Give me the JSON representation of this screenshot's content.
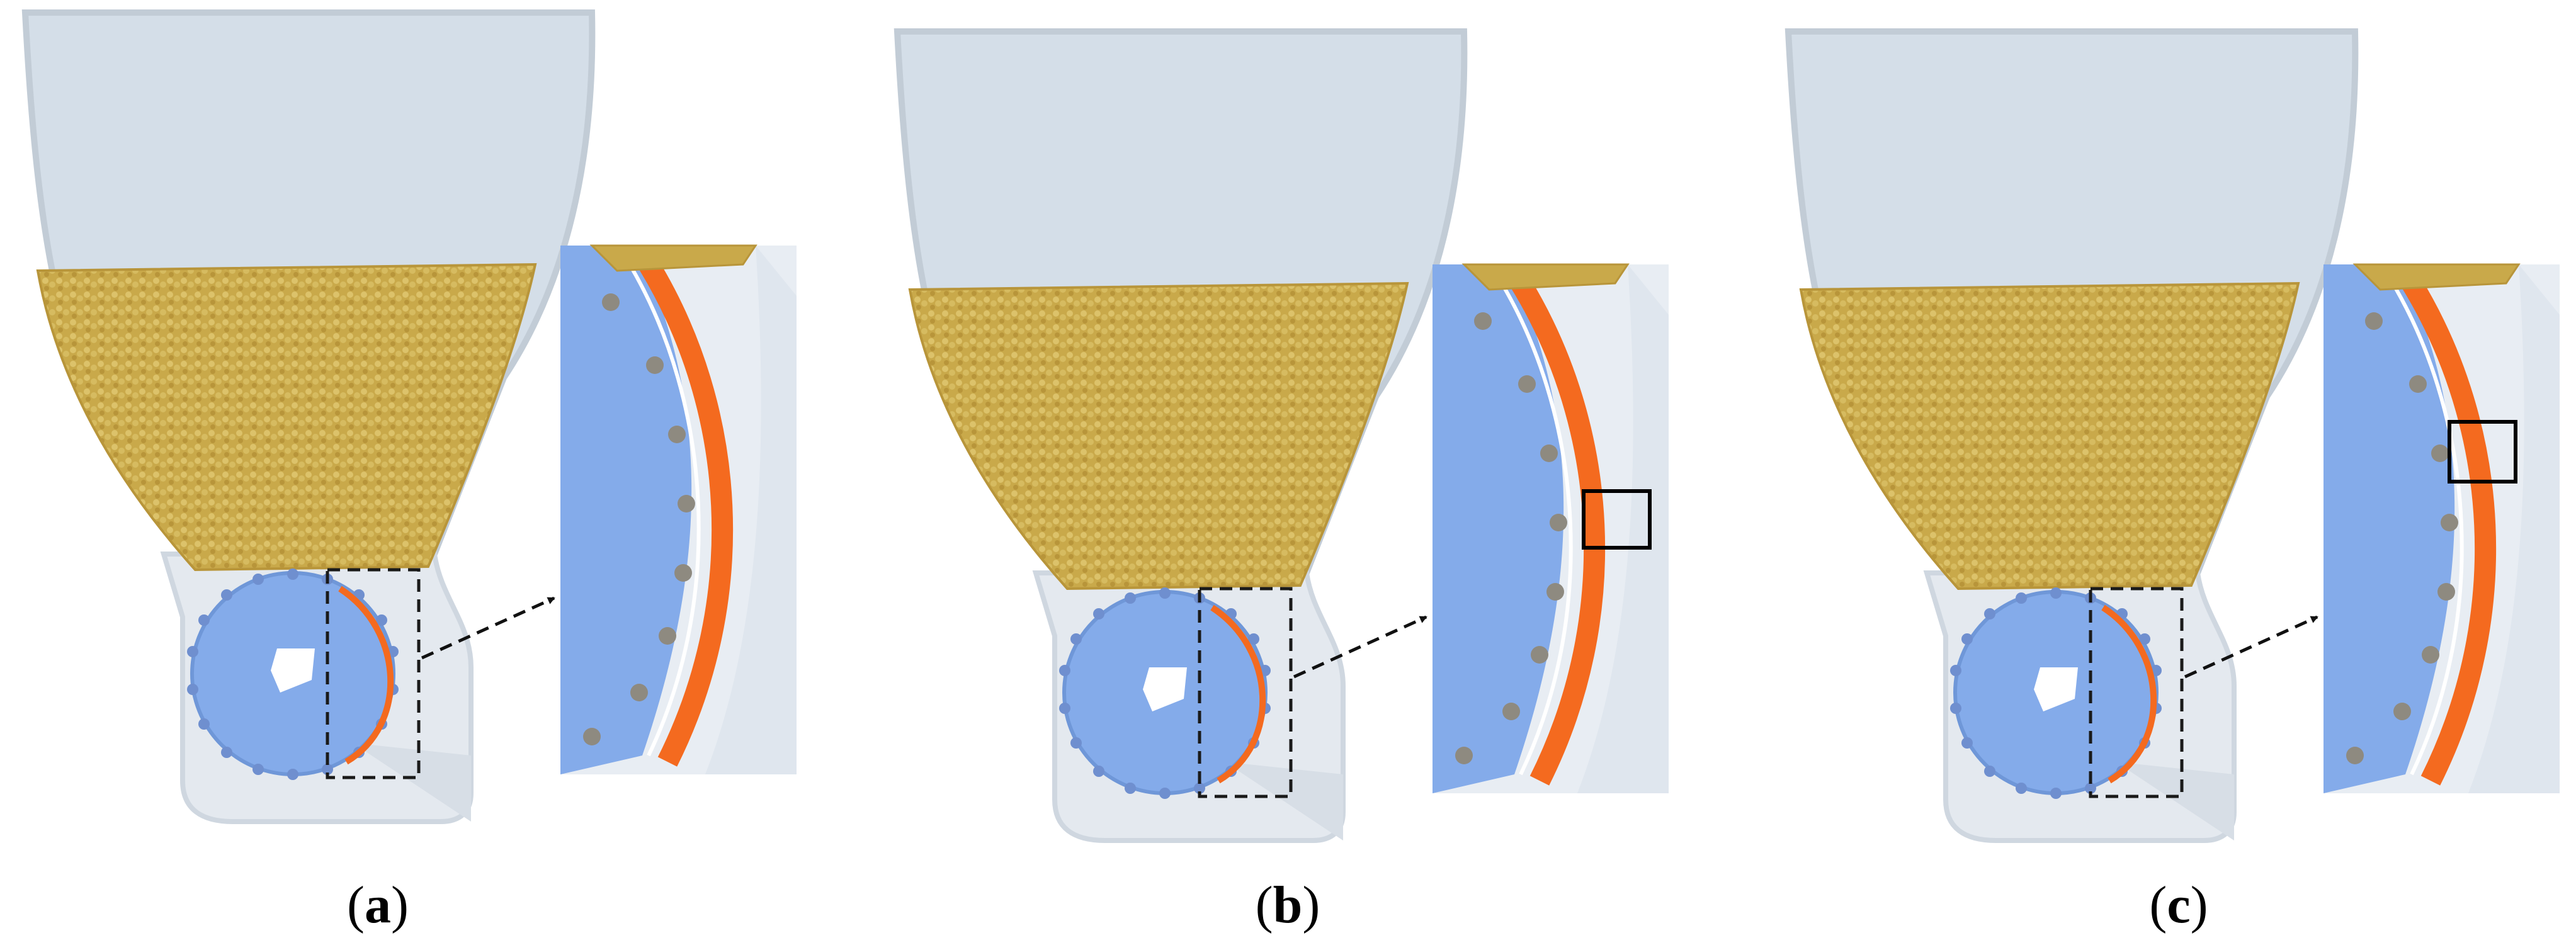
{
  "figure": {
    "panels": [
      {
        "id": "a",
        "label": "a"
      },
      {
        "id": "b",
        "label": "b"
      },
      {
        "id": "c",
        "label": "c"
      }
    ],
    "colors": {
      "hopper": "#d4dee8",
      "hopper_edge": "#c2ccd6",
      "housing": "#e4e9ef",
      "seeds": "#c9a94a",
      "wheel": "#84abea",
      "wheel_edge": "#6f97d8",
      "brush": "#f46a1f",
      "cell_ball": "#8e8a80",
      "dashed_box": "#1a1a1a",
      "highlight_box": "#000000"
    }
  }
}
